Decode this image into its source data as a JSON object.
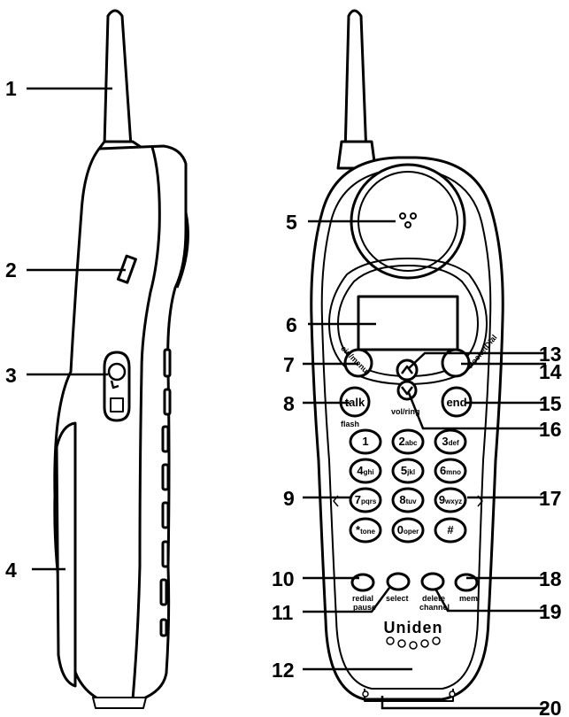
{
  "callouts": [
    "1",
    "2",
    "3",
    "4",
    "5",
    "6",
    "7",
    "8",
    "9",
    "10",
    "11",
    "12",
    "13",
    "14",
    "15",
    "16",
    "17",
    "18",
    "19",
    "20"
  ],
  "side_labels": {
    "cid_menu": "cid/menu",
    "pocketdial": "PocketDial",
    "flash": "flash",
    "vol_ring": "vol/ring",
    "redial_pause_1": "redial",
    "redial_pause_2": "pause",
    "select": "select",
    "delete_channel_1": "delete",
    "delete_channel_2": "channel",
    "mem": "mem"
  },
  "buttons": {
    "talk": "talk",
    "end": "end"
  },
  "keypad": [
    {
      "num": "1",
      "letters": ""
    },
    {
      "num": "2",
      "letters": "abc"
    },
    {
      "num": "3",
      "letters": "def"
    },
    {
      "num": "4",
      "letters": "ghi"
    },
    {
      "num": "5",
      "letters": "jkl"
    },
    {
      "num": "6",
      "letters": "mno"
    },
    {
      "num": "7",
      "letters": "pqrs"
    },
    {
      "num": "8",
      "letters": "tuv"
    },
    {
      "num": "9",
      "letters": "wxyz"
    },
    {
      "num": "*",
      "letters": "tone"
    },
    {
      "num": "0",
      "letters": "oper"
    },
    {
      "num": "#",
      "letters": ""
    }
  ],
  "brand": "Uniden"
}
